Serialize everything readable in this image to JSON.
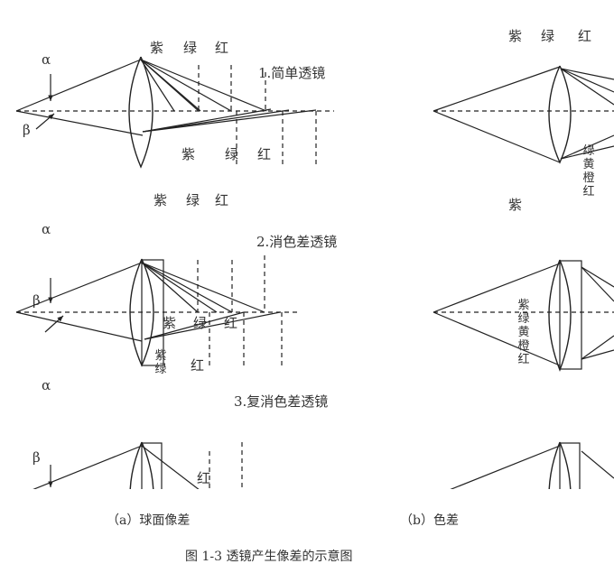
{
  "angles": {
    "alpha": "α",
    "beta": "β"
  },
  "panel_titles": [
    "1.简单透镜",
    "2.消色差透镜",
    "3.复消色差透镜"
  ],
  "colors": {
    "violet": "紫",
    "green": "绿",
    "red": "红",
    "yellow": "黄",
    "orange": "橙"
  },
  "captions": {
    "a": "（a）球面像差",
    "b": "（b）色差",
    "figure": "图 1-3  透镜产生像差的示意图"
  },
  "line_color": "#222222"
}
